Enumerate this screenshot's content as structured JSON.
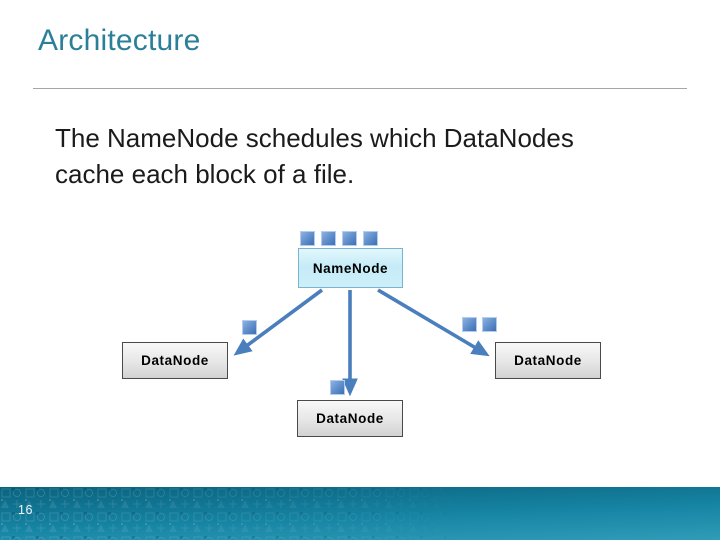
{
  "slide": {
    "title": "Architecture",
    "page_number": "16",
    "body": {
      "lines": [
        "The NameNode schedules which DataNodes",
        "cache each block of a file."
      ]
    }
  },
  "diagram": {
    "namenode": {
      "label": "NameNode",
      "block_icons_above": 4
    },
    "datanodes": [
      {
        "label": "DataNode",
        "position": "left",
        "block_icons": 1
      },
      {
        "label": "DataNode",
        "position": "right",
        "block_icons": 2
      },
      {
        "label": "DataNode",
        "position": "bottom",
        "block_icons": 1
      }
    ],
    "connections": [
      {
        "from": "NameNode",
        "to": "DataNode-left"
      },
      {
        "from": "NameNode",
        "to": "DataNode-bottom"
      },
      {
        "from": "NameNode",
        "to": "DataNode-right"
      }
    ]
  },
  "colors": {
    "title": "#2b7f99",
    "body_text": "#1b1b1b",
    "arrow": "#4a7ebc",
    "block_fill": "#5d8cc9",
    "namenode_fill": "#c6ecf8",
    "datanode_fill": "#e6e6e6",
    "footer_top": "#0a637f",
    "footer_bottom": "#2f9db8"
  }
}
